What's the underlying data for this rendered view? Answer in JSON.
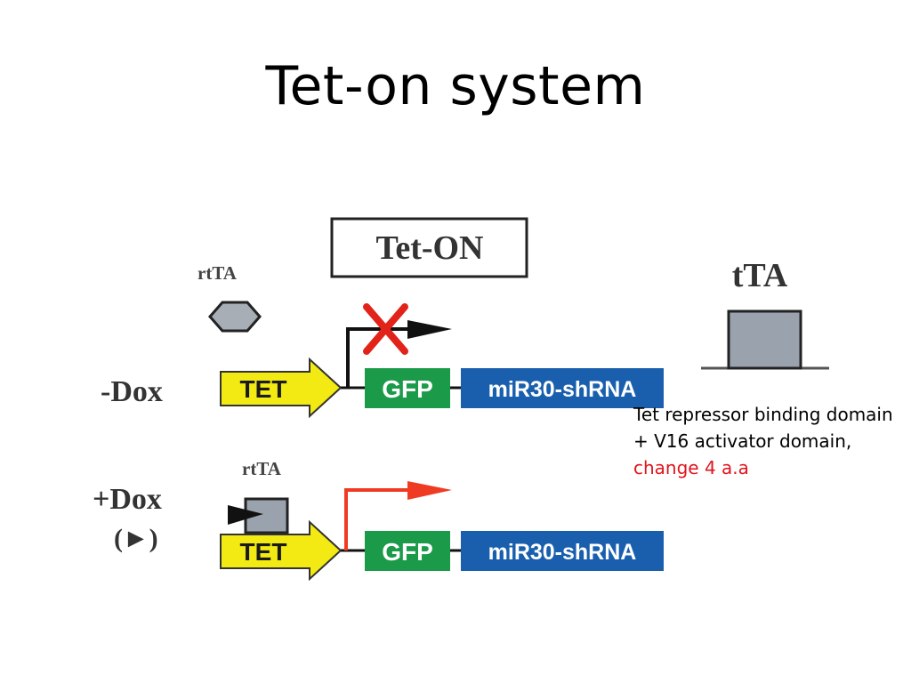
{
  "slide": {
    "title": "Tet-on system"
  },
  "diagram": {
    "boxed_label": "Tet-ON",
    "row_minus": {
      "condition": "-Dox",
      "protein_label": "rtTA",
      "promoter": "TET",
      "gene": "GFP",
      "construct": "miR30-shRNA",
      "state": "blocked"
    },
    "row_plus": {
      "condition": "+Dox",
      "condition_sub": "(►)",
      "protein_label": "rtTA",
      "promoter": "TET",
      "gene": "GFP",
      "construct": "miR30-shRNA",
      "state": "active"
    },
    "tta": {
      "label": "tTA"
    }
  },
  "note": {
    "text_main": "Tet repressor binding domain + V16 activator domain, ",
    "text_highlight": "change 4 a.a"
  },
  "colors": {
    "promoter_fill": "#f2ea12",
    "gene_fill": "#1b9a4a",
    "construct_fill": "#1a5fad",
    "protein_fill": "#9aa3ad",
    "block_x": "#e2231a",
    "active_arrow": "#ef3b22",
    "highlight_text": "#e0141c"
  }
}
